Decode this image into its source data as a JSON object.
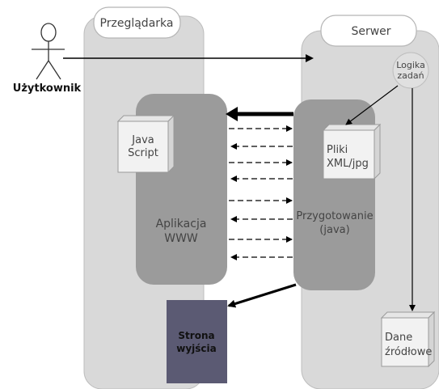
{
  "diagram": {
    "user_label": "Użytkownik",
    "browser_label": "Przeglądarka",
    "server_label": "Serwer",
    "logic_label_line1": "Logika",
    "logic_label_line2": "zadań",
    "js_label_line1": "Java",
    "js_label_line2": "Script",
    "app_label_line1": "Aplikacja",
    "app_label_line2": "WWW",
    "files_label_line1": "Pliki",
    "files_label_line2": "XML/jpg",
    "prep_label_line1": "Przygotowanie",
    "prep_label_line2": "(java)",
    "output_label_line1": "Strona",
    "output_label_line2": "wyjścia",
    "data_label_line1": "Dane",
    "data_label_line2": "źródłowe"
  },
  "colors": {
    "lane_fill": "#d9d9d9",
    "inner_box_fill": "#9b9b9b",
    "output_fill": "#5b5a73",
    "cube_front": "#f2f2f2",
    "cube_side": "#d5d5d5"
  }
}
